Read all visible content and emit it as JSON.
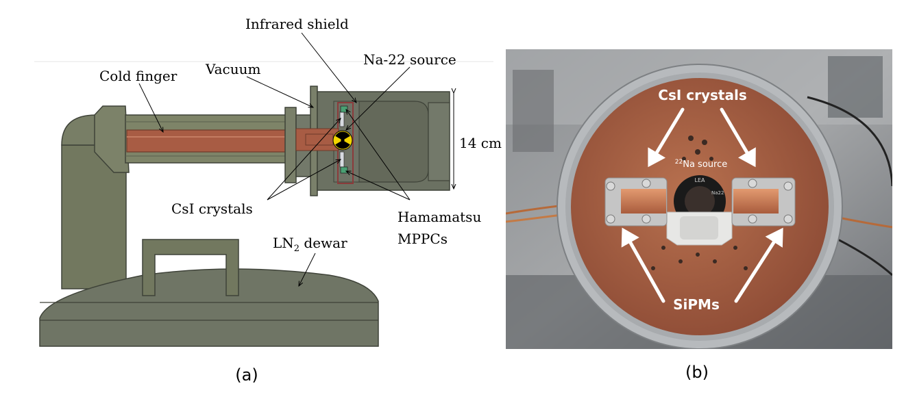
{
  "panel_a": {
    "labels": {
      "infrared_shield": "Infrared shield",
      "na22_source": "Na-22 source",
      "cold_finger": "Cold finger",
      "vacuum": "Vacuum",
      "dimension": "14 cm",
      "csi_crystals": "CsI crystals",
      "hamamatsu_line1": "Hamamatsu",
      "hamamatsu_line2": "MPPCs",
      "ln2_prefix": "LN",
      "ln2_sub": "2",
      "ln2_suffix": " dewar"
    },
    "caption": "(a)"
  },
  "panel_b": {
    "labels": {
      "csi_crystals": "CsI crystals",
      "source_sup": "22",
      "source_text": "Na source",
      "sipms": "SiPMs",
      "holder_lea": "LEA",
      "holder_na": "Na22"
    },
    "caption": "(b)"
  },
  "colors": {
    "dewar_body": "#6f7565",
    "copper": "#b86a4c",
    "photo_plate": "#a85e45",
    "arrow_white": "#ffffff"
  }
}
